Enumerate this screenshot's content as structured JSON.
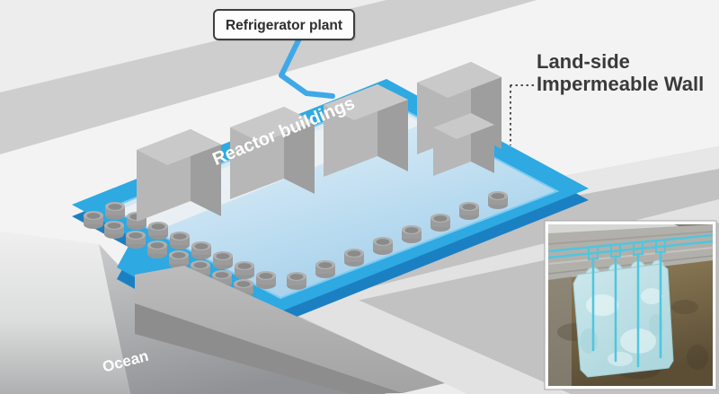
{
  "diagram": {
    "labels": {
      "refrigerator_plant": "Refrigerator plant",
      "landside_wall_line1": "Land-side",
      "landside_wall_line2": "Impermeable Wall",
      "reactor_buildings": "Reactor buildings",
      "ocean": "Ocean"
    },
    "colors": {
      "wall_blue": "#2ea9e2",
      "wall_blue_dark": "#1b80c2",
      "coolant_pipe_blue": "#3fa9e8",
      "freeze_pipe_cyan": "#4fc6de"
    }
  }
}
